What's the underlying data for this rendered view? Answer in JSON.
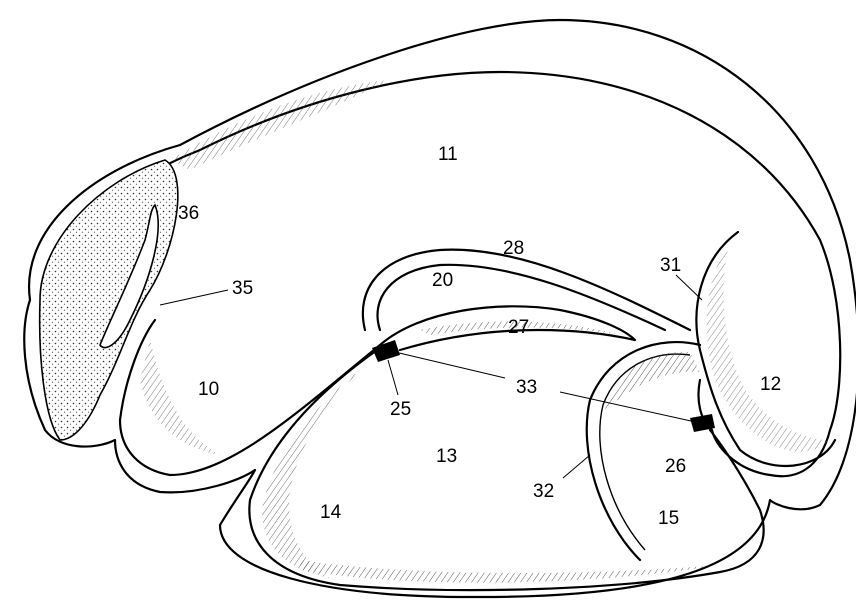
{
  "labels": [
    {
      "key": "l11",
      "text": "11"
    },
    {
      "key": "l36",
      "text": "36"
    },
    {
      "key": "l35",
      "text": "35"
    },
    {
      "key": "l10",
      "text": "10"
    },
    {
      "key": "l28",
      "text": "28"
    },
    {
      "key": "l20",
      "text": "20"
    },
    {
      "key": "l27",
      "text": "27"
    },
    {
      "key": "l31",
      "text": "31"
    },
    {
      "key": "l12",
      "text": "12"
    },
    {
      "key": "l33",
      "text": "33"
    },
    {
      "key": "l25",
      "text": "25"
    },
    {
      "key": "l13",
      "text": "13"
    },
    {
      "key": "l14",
      "text": "14"
    },
    {
      "key": "l32",
      "text": "32"
    },
    {
      "key": "l26",
      "text": "26"
    },
    {
      "key": "l15",
      "text": "15"
    }
  ]
}
